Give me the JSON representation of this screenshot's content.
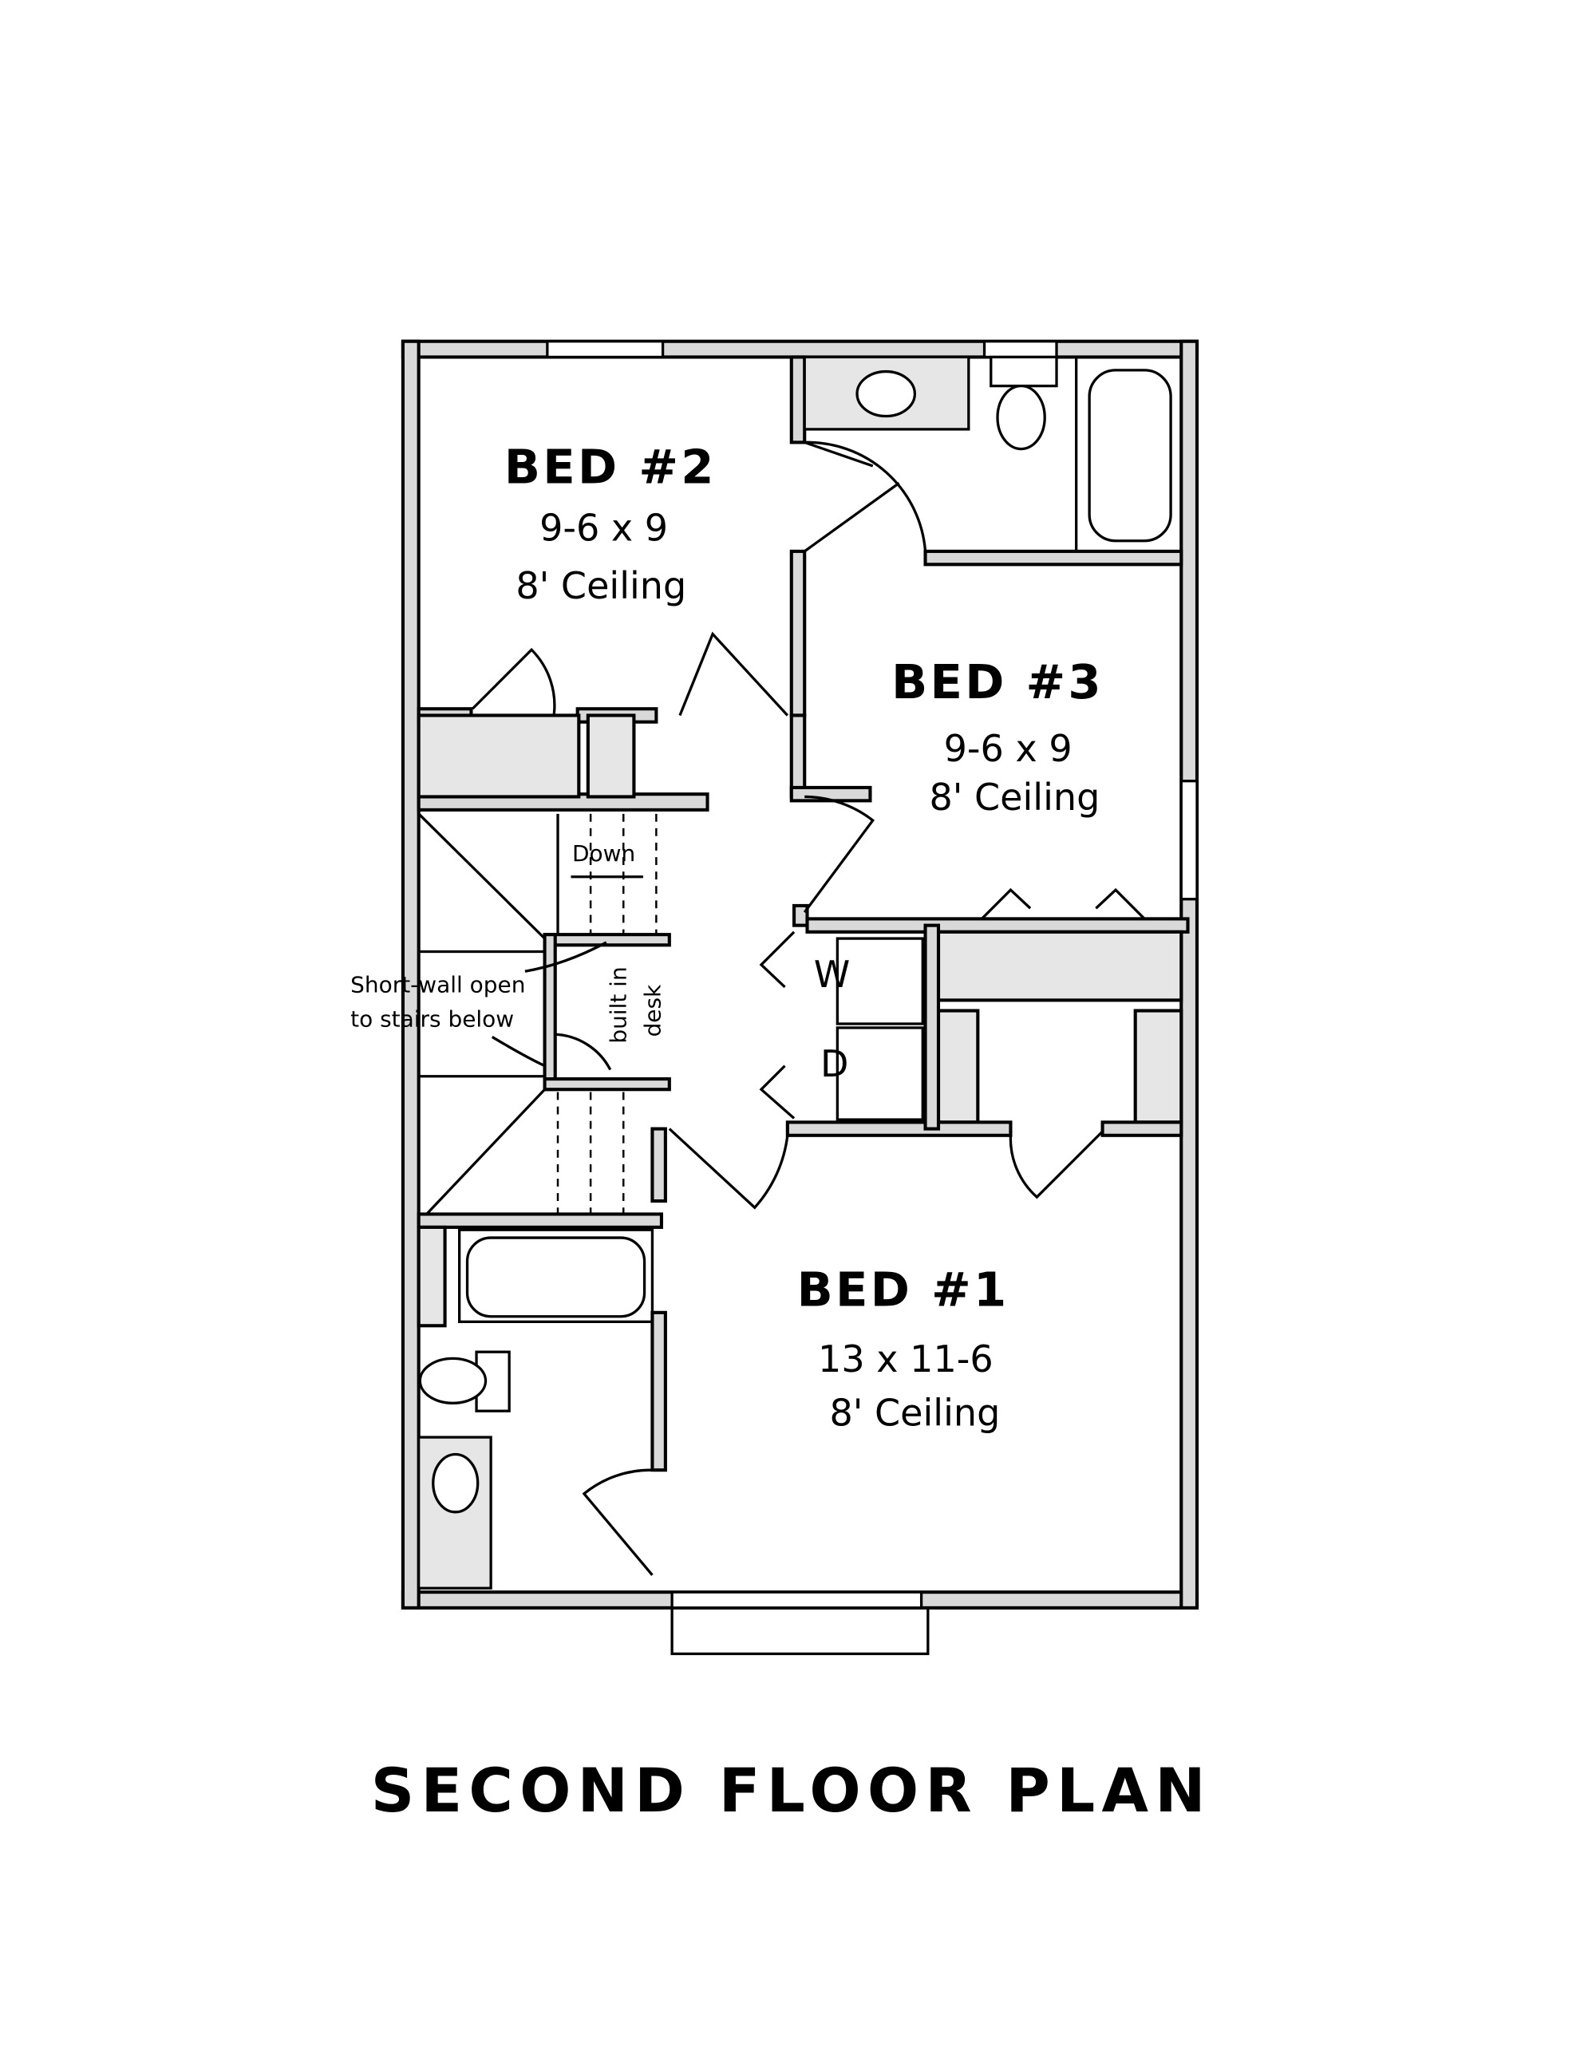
{
  "title": "SECOND FLOOR PLAN",
  "rooms": [
    {
      "name": "BED #2",
      "size": "9-6 x 9",
      "ceiling": "8' Ceiling"
    },
    {
      "name": "BED #3",
      "size": "9-6 x 9",
      "ceiling": "8' Ceiling"
    },
    {
      "name": "BED #1",
      "size": "13 x 11-6",
      "ceiling": "8' Ceiling"
    }
  ],
  "annotations": {
    "stairs": "Down",
    "short_wall_line1": "Short-wall open",
    "short_wall_line2": "to stairs below",
    "desk_line1": "built in",
    "desk_line2": "desk",
    "washer": "W",
    "dryer": "D"
  }
}
